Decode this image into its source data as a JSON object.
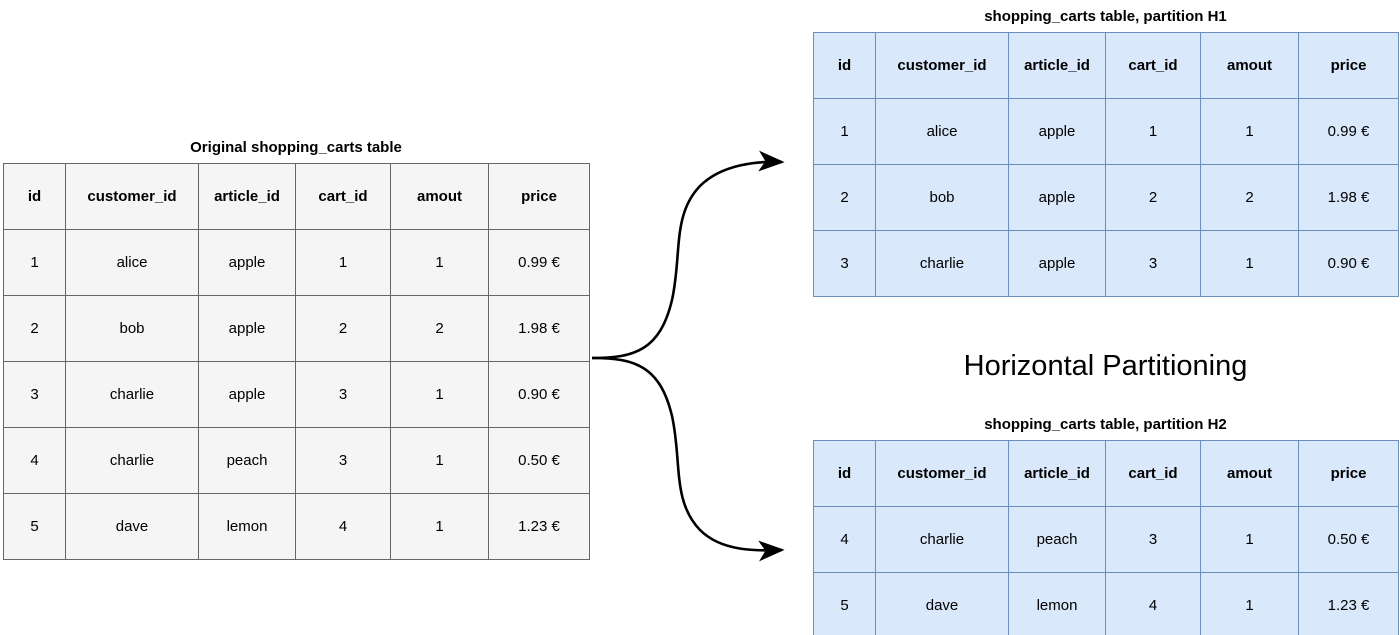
{
  "diagram": {
    "center_label": "Horizontal Partitioning",
    "background_color": "#ffffff",
    "arrow_color": "#000000"
  },
  "source_table": {
    "title": "Original shopping_carts table",
    "fill_color": "#f5f5f5",
    "border_color": "#666666",
    "columns": [
      "id",
      "customer_id",
      "article_id",
      "cart_id",
      "amout",
      "price"
    ],
    "rows": [
      [
        "1",
        "alice",
        "apple",
        "1",
        "1",
        "0.99 €"
      ],
      [
        "2",
        "bob",
        "apple",
        "2",
        "2",
        "1.98 €"
      ],
      [
        "3",
        "charlie",
        "apple",
        "3",
        "1",
        "0.90 €"
      ],
      [
        "4",
        "charlie",
        "peach",
        "3",
        "1",
        "0.50 €"
      ],
      [
        "5",
        "dave",
        "lemon",
        "4",
        "1",
        "1.23 €"
      ]
    ]
  },
  "partition_h1": {
    "title": "shopping_carts table, partition H1",
    "fill_color": "#dae8fc",
    "border_color": "#6c8ebf",
    "columns": [
      "id",
      "customer_id",
      "article_id",
      "cart_id",
      "amout",
      "price"
    ],
    "rows": [
      [
        "1",
        "alice",
        "apple",
        "1",
        "1",
        "0.99 €"
      ],
      [
        "2",
        "bob",
        "apple",
        "2",
        "2",
        "1.98 €"
      ],
      [
        "3",
        "charlie",
        "apple",
        "3",
        "1",
        "0.90 €"
      ]
    ]
  },
  "partition_h2": {
    "title": "shopping_carts table, partition H2",
    "fill_color": "#dae8fc",
    "border_color": "#6c8ebf",
    "columns": [
      "id",
      "customer_id",
      "article_id",
      "cart_id",
      "amout",
      "price"
    ],
    "rows": [
      [
        "4",
        "charlie",
        "peach",
        "3",
        "1",
        "0.50 €"
      ],
      [
        "5",
        "dave",
        "lemon",
        "4",
        "1",
        "1.23 €"
      ]
    ]
  }
}
